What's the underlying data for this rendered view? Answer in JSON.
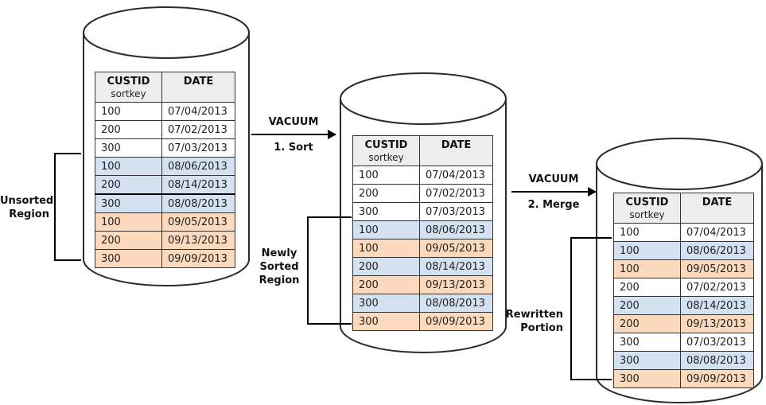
{
  "labels": {
    "unsorted": "Unsorted\nRegion",
    "newly_sorted": "Newly\nSorted\nRegion",
    "rewritten": "Rewritten\nPortion"
  },
  "arrows": [
    {
      "label_top": "VACUUM",
      "label_bottom": "1. Sort"
    },
    {
      "label_top": "VACUUM",
      "label_bottom": "2. Merge"
    }
  ],
  "table_header": {
    "custid": "CUSTID",
    "sortkey": "sortkey",
    "date": "DATE"
  },
  "colors": {
    "row_blue": "#d3e1f1",
    "row_orange": "#fbd9bc",
    "header_bg": "#ededed"
  },
  "tables": [
    {
      "rows": [
        {
          "custid": "100",
          "date": "07/04/2013",
          "color": "white"
        },
        {
          "custid": "200",
          "date": "07/02/2013",
          "color": "white"
        },
        {
          "custid": "300",
          "date": "07/03/2013",
          "color": "white"
        },
        {
          "custid": "100",
          "date": "08/06/2013",
          "color": "blue"
        },
        {
          "custid": "200",
          "date": "08/14/2013",
          "color": "blue",
          "thick": true
        },
        {
          "custid": "300",
          "date": "08/08/2013",
          "color": "blue"
        },
        {
          "custid": "100",
          "date": "09/05/2013",
          "color": "orange"
        },
        {
          "custid": "200",
          "date": "09/13/2013",
          "color": "orange"
        },
        {
          "custid": "300",
          "date": "09/09/2013",
          "color": "orange"
        }
      ]
    },
    {
      "rows": [
        {
          "custid": "100",
          "date": "07/04/2013",
          "color": "white"
        },
        {
          "custid": "200",
          "date": "07/02/2013",
          "color": "white"
        },
        {
          "custid": "300",
          "date": "07/03/2013",
          "color": "white"
        },
        {
          "custid": "100",
          "date": "08/06/2013",
          "color": "blue"
        },
        {
          "custid": "100",
          "date": "09/05/2013",
          "color": "orange"
        },
        {
          "custid": "200",
          "date": "08/14/2013",
          "color": "blue"
        },
        {
          "custid": "200",
          "date": "09/13/2013",
          "color": "orange"
        },
        {
          "custid": "300",
          "date": "08/08/2013",
          "color": "blue"
        },
        {
          "custid": "300",
          "date": "09/09/2013",
          "color": "orange"
        }
      ]
    },
    {
      "rows": [
        {
          "custid": "100",
          "date": "07/04/2013",
          "color": "white"
        },
        {
          "custid": "100",
          "date": "08/06/2013",
          "color": "blue"
        },
        {
          "custid": "100",
          "date": "09/05/2013",
          "color": "orange"
        },
        {
          "custid": "200",
          "date": "07/02/2013",
          "color": "white"
        },
        {
          "custid": "200",
          "date": "08/14/2013",
          "color": "blue"
        },
        {
          "custid": "200",
          "date": "09/13/2013",
          "color": "orange"
        },
        {
          "custid": "300",
          "date": "07/03/2013",
          "color": "white"
        },
        {
          "custid": "300",
          "date": "08/08/2013",
          "color": "blue"
        },
        {
          "custid": "300",
          "date": "09/09/2013",
          "color": "orange"
        }
      ]
    }
  ]
}
